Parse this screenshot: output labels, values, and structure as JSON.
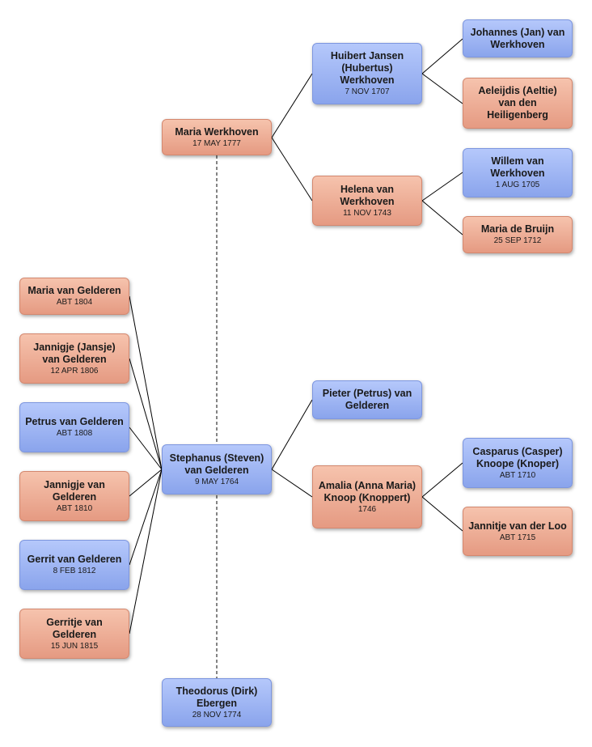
{
  "people": {
    "maria_werkhoven": {
      "name": "Maria Werkhoven",
      "date": "17 MAY 1777"
    },
    "huibert": {
      "name": "Huibert Jansen (Hubertus) Werkhoven",
      "date": "7 NOV 1707"
    },
    "helena": {
      "name": "Helena van Werkhoven",
      "date": "11 NOV 1743"
    },
    "johannes": {
      "name": "Johannes (Jan) van Werkhoven",
      "date": ""
    },
    "aeleijdis": {
      "name": "Aeleijdis (Aeltie) van den Heiligenberg",
      "date": ""
    },
    "willem": {
      "name": "Willem van Werkhoven",
      "date": "1 AUG 1705"
    },
    "maria_bruijn": {
      "name": "Maria de Bruijn",
      "date": "25 SEP 1712"
    },
    "child_maria": {
      "name": "Maria van Gelderen",
      "date": "ABT 1804"
    },
    "child_jannigje_jansje": {
      "name": "Jannigje (Jansje) van Gelderen",
      "date": "12 APR 1806"
    },
    "child_petrus": {
      "name": "Petrus van Gelderen",
      "date": "ABT 1808"
    },
    "child_jannigje": {
      "name": "Jannigje van Gelderen",
      "date": "ABT 1810"
    },
    "child_gerrit": {
      "name": "Gerrit van Gelderen",
      "date": "8 FEB 1812"
    },
    "child_gerritje": {
      "name": "Gerritje van Gelderen",
      "date": "15 JUN 1815"
    },
    "stephanus": {
      "name": "Stephanus (Steven) van Gelderen",
      "date": "9 MAY 1764"
    },
    "pieter": {
      "name": "Pieter (Petrus) van Gelderen",
      "date": ""
    },
    "amalia": {
      "name": "Amalia (Anna Maria) Knoop (Knoppert)",
      "date": "1746"
    },
    "casparus": {
      "name": "Casparus (Casper) Knoope (Knoper)",
      "date": "ABT 1710"
    },
    "jannitje": {
      "name": "Jannitje van der Loo",
      "date": "ABT 1715"
    },
    "theodorus": {
      "name": "Theodorus (Dirk) Ebergen",
      "date": "28 NOV 1774"
    }
  },
  "colors": {
    "female": "#f0b29b",
    "male": "#9fb6f5",
    "line": "#000000"
  }
}
